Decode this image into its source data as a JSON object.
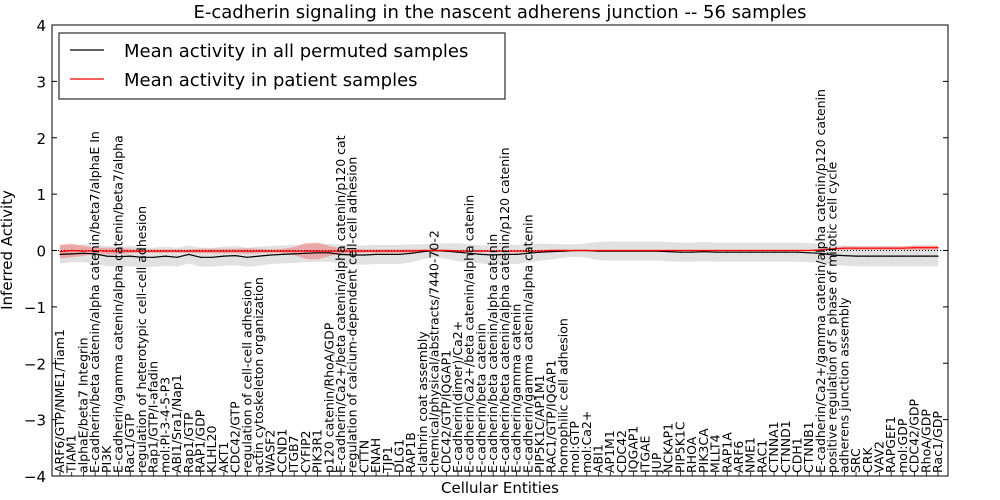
{
  "chart_data": {
    "type": "line",
    "title": "E-cadherin signaling in the nascent adherens junction -- 56 samples",
    "xlabel": "Cellular Entities",
    "ylabel": "Inferred Activity",
    "ylim": [
      -4,
      4
    ],
    "yticks": [
      -4,
      -3,
      -2,
      -1,
      0,
      1,
      2,
      3,
      4
    ],
    "ytick_labels": [
      "−4",
      "−3",
      "−2",
      "−1",
      "0",
      "1",
      "2",
      "3",
      "4"
    ],
    "legend": "top-left",
    "categories": [
      "ARF6/GTP/NME1/Tiam1",
      "TIAM1",
      "alphaE/beta7 Integrin",
      "E-cadherin/beta catenin/alpha catenin/beta7/alphaE In",
      "PI3K",
      "E-cadherin/gamma catenin/alpha catenin/beta7/alpha",
      "Rac1/GTP",
      "regulation of heterotypic cell-cell adhesion",
      "Rap1/GTP/I-afadin",
      "mol:PI-3-4-5-P3",
      "ABI1/Sra1/Nap1",
      "Rap1/GTP",
      "RAP1/GDP",
      "KLHL20",
      "AKT1",
      "CDC42/GTP",
      "regulation of cell-cell adhesion",
      "actin cytoskeleton organization",
      "WASF2",
      "CCND1",
      "ITGB7",
      "CYFIP2",
      "PIK3R1",
      "p120 catenin/RhoA/GDP",
      "E-cadherin/Ca2+/beta catenin/alpha catenin/p120 cat",
      "regulation of calcium-dependent cell-cell adhesion",
      "CTTN",
      "ENAH",
      "TJP1",
      "DLG1",
      "RAP1B",
      "clathrin coat assembly",
      "chemical/physical/abstracts/7440-70-2",
      "CDC42/GTP/IQGAP1",
      "E-cadherin(dimer)/Ca2+",
      "E-cadherin/Ca2+/beta catenin/alpha catenin",
      "E-cadherin/beta catenin",
      "E-cadherin/beta catenin/alpha catenin",
      "E-cadherin/beta catenin/alpha catenin/p120 catenin",
      "E-cadherin/gamma catenin",
      "E-cadherin/gamma catenin/alpha catenin",
      "PIP5K1C/AP1M1",
      "RAC1/GTP/IQGAP1",
      "homophilic cell adhesion",
      "mol:GTP",
      "mol:Ca2+",
      "ABI1",
      "AP1M1",
      "CDC42",
      "IQGAP1",
      "ITGAE",
      "JUP",
      "NCKAP1",
      "PIP5K1C",
      "RHOA",
      "PIK3CA",
      "MLLT4",
      "RAP1A",
      "ARF6",
      "NME1",
      "RAC1",
      "CTNNA1",
      "CTNND1",
      "CDH1",
      "CTNNB1",
      "E-cadherin/Ca2+/gamma catenin/alpha catenin/p120 catenin",
      "positive regulation of S phase of mitotic cell cycle",
      "adherens junction assembly",
      "SRC",
      "CRK",
      "VAV2",
      "RAPGEF1",
      "mol:GDP",
      "CDC42/GDP",
      "RhoA/GDP",
      "Rac1/GDP"
    ],
    "series": [
      {
        "name": "Mean activity in all permuted samples",
        "color": "#000000",
        "band_color": "#c8c8c8",
        "values": [
          -0.07,
          -0.06,
          -0.05,
          -0.06,
          -0.1,
          -0.11,
          -0.1,
          -0.12,
          -0.12,
          -0.1,
          -0.12,
          -0.07,
          -0.12,
          -0.12,
          -0.1,
          -0.09,
          -0.12,
          -0.1,
          -0.08,
          -0.07,
          -0.06,
          -0.05,
          -0.04,
          -0.04,
          -0.07,
          -0.08,
          -0.08,
          -0.07,
          -0.07,
          -0.07,
          -0.05,
          -0.02,
          0.0,
          -0.01,
          -0.03,
          -0.05,
          -0.07,
          -0.08,
          -0.07,
          -0.07,
          -0.05,
          -0.03,
          -0.02,
          -0.01,
          0.0,
          0.0,
          -0.01,
          -0.01,
          -0.01,
          -0.01,
          -0.01,
          -0.01,
          -0.02,
          -0.03,
          -0.03,
          -0.02,
          -0.03,
          -0.03,
          -0.03,
          -0.03,
          -0.03,
          -0.03,
          -0.03,
          -0.03,
          -0.04,
          -0.05,
          -0.08,
          -0.09,
          -0.1,
          -0.1,
          -0.1,
          -0.1,
          -0.1,
          -0.1,
          -0.1,
          -0.1
        ],
        "band": [
          0.16,
          0.15,
          0.16,
          0.17,
          0.18,
          0.18,
          0.18,
          0.18,
          0.17,
          0.17,
          0.17,
          0.16,
          0.17,
          0.17,
          0.17,
          0.17,
          0.17,
          0.17,
          0.16,
          0.16,
          0.16,
          0.16,
          0.16,
          0.16,
          0.17,
          0.17,
          0.17,
          0.17,
          0.17,
          0.17,
          0.16,
          0.13,
          0.12,
          0.14,
          0.16,
          0.16,
          0.16,
          0.17,
          0.17,
          0.17,
          0.16,
          0.15,
          0.14,
          0.12,
          0.11,
          0.13,
          0.16,
          0.17,
          0.17,
          0.17,
          0.17,
          0.17,
          0.17,
          0.17,
          0.17,
          0.17,
          0.17,
          0.17,
          0.17,
          0.17,
          0.17,
          0.17,
          0.17,
          0.17,
          0.17,
          0.17,
          0.17,
          0.18,
          0.18,
          0.18,
          0.18,
          0.18,
          0.18,
          0.18,
          0.18,
          0.18
        ]
      },
      {
        "name": "Mean activity in patient samples",
        "color": "#ff0000",
        "band_color": "#f08080",
        "values": [
          -0.02,
          0.0,
          -0.01,
          0.0,
          -0.01,
          -0.01,
          -0.01,
          -0.01,
          -0.01,
          -0.01,
          -0.01,
          -0.01,
          -0.01,
          -0.01,
          -0.01,
          -0.01,
          -0.01,
          -0.01,
          -0.01,
          -0.01,
          -0.01,
          -0.01,
          -0.01,
          -0.01,
          -0.01,
          -0.01,
          -0.01,
          -0.01,
          -0.01,
          -0.01,
          -0.01,
          0.0,
          0.0,
          0.0,
          -0.01,
          -0.01,
          -0.01,
          -0.01,
          -0.01,
          -0.01,
          -0.01,
          -0.01,
          0.0,
          0.0,
          0.0,
          0.0,
          0.0,
          0.0,
          0.0,
          0.0,
          0.0,
          0.0,
          0.0,
          0.0,
          0.0,
          0.0,
          0.0,
          0.0,
          0.0,
          0.0,
          0.0,
          0.0,
          0.0,
          0.0,
          0.0,
          0.01,
          0.03,
          0.04,
          0.04,
          0.04,
          0.04,
          0.04,
          0.04,
          0.05,
          0.05,
          0.05
        ],
        "band": [
          0.12,
          0.12,
          0.09,
          0.05,
          0.06,
          0.06,
          0.04,
          0.03,
          0.03,
          0.03,
          0.03,
          0.03,
          0.04,
          0.04,
          0.04,
          0.04,
          0.05,
          0.04,
          0.03,
          0.04,
          0.07,
          0.14,
          0.15,
          0.09,
          0.05,
          0.04,
          0.03,
          0.03,
          0.03,
          0.03,
          0.03,
          0.02,
          0.02,
          0.02,
          0.02,
          0.02,
          0.02,
          0.02,
          0.02,
          0.02,
          0.02,
          0.02,
          0.02,
          0.02,
          0.01,
          0.01,
          0.01,
          0.01,
          0.01,
          0.01,
          0.01,
          0.01,
          0.01,
          0.01,
          0.01,
          0.01,
          0.01,
          0.01,
          0.01,
          0.01,
          0.01,
          0.01,
          0.01,
          0.01,
          0.01,
          0.01,
          0.02,
          0.03,
          0.03,
          0.03,
          0.03,
          0.03,
          0.03,
          0.04,
          0.04,
          0.04
        ]
      }
    ]
  }
}
